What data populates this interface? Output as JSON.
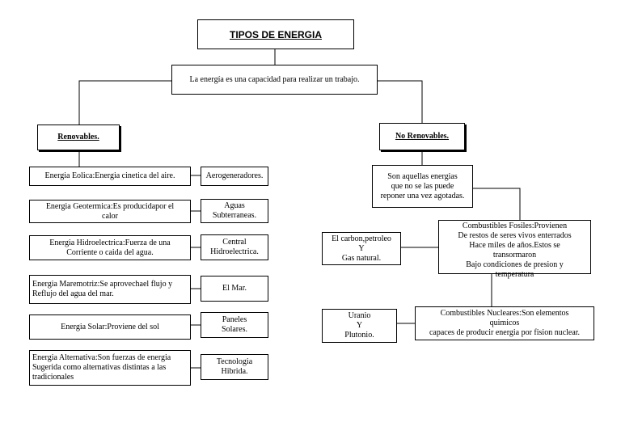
{
  "title": "TIPOS DE ENERGIA",
  "definition": "La energía es una capacidad para realizar un trabajo.",
  "renewables": {
    "heading": "Renovables.",
    "items": [
      {
        "description": "Energia Eolica:Energia cinetica del aire.",
        "example": "Aerogeneradores."
      },
      {
        "description": "Energia Geotermica:Es producidapor el\ncalor",
        "example": "Aguas\nSubterraneas."
      },
      {
        "description": "Energia Hidroelectrica:Fuerza de una\nCorriente o caida del agua.",
        "example": "Central\nHidroelectrica."
      },
      {
        "description": "Energia Maremotriz:Se aprovechael flujo y\nReflujo del agua del mar.",
        "example": "El Mar."
      },
      {
        "description": "Energia Solar:Proviene del sol",
        "example": "Paneles\nSolares."
      },
      {
        "description": "Energia Alternativa:Son fuerzas de energia\nSugerida como alternativas distintas a las\ntradicionales",
        "example": "Tecnologia\nHibrida."
      }
    ]
  },
  "non_renewables": {
    "heading": "No Renovables.",
    "definition": "Son aquellas energias\nque no se las puede\nreponer una vez agotadas.",
    "fossil": {
      "description": "Combustibles Fosiles:Provienen\nDe restos de seres vivos enterrados\nHace miles de años.Estos se\ntransormaron\nBajo condiciones de presion y\ntemperatura",
      "examples": "El carbon,petroleo\nY\nGas natural."
    },
    "nuclear": {
      "description": "Combustibles Nucleares:Son elementos\nquimicos\ncapaces de producir energia por fision nuclear.",
      "examples": "Uranio\nY\nPlutonio."
    }
  }
}
